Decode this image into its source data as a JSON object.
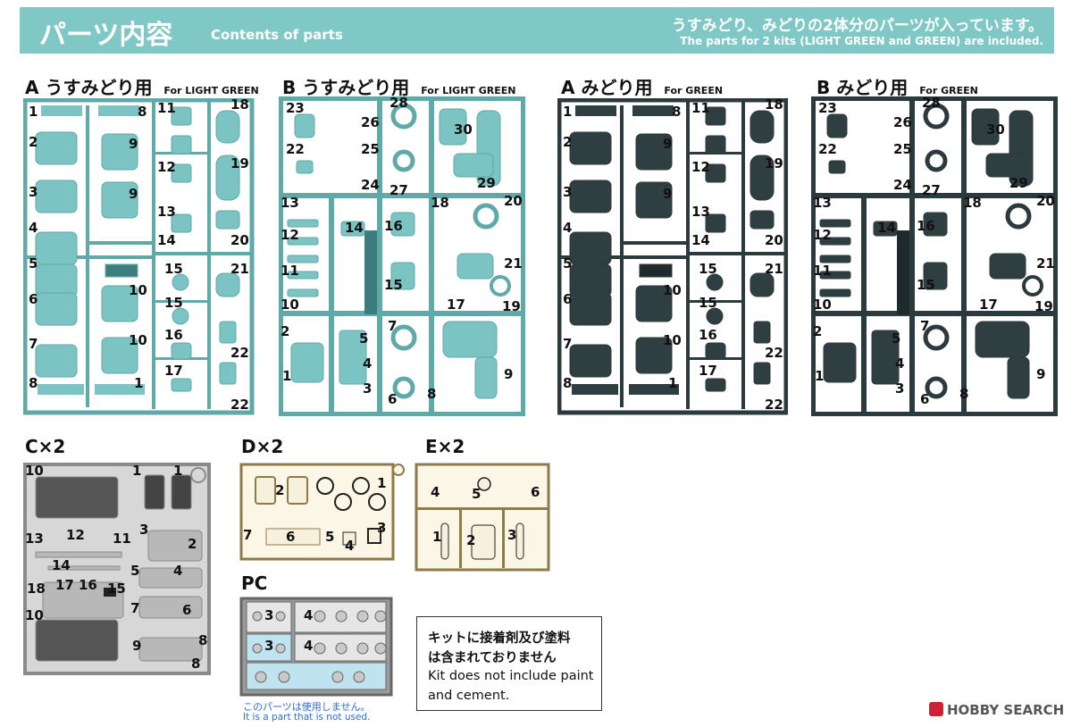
{
  "header": {
    "title_jp": "パーツ内容",
    "title_en": "Contents of parts",
    "note_jp": "うすみどり、みどりの2体分のパーツが入っています。",
    "note_en": "The parts for 2 kits (LIGHT GREEN and GREEN) are included."
  },
  "runners": {
    "a_light": {
      "letter": "A",
      "name": "うすみどり用",
      "sub": "For LIGHT GREEN"
    },
    "b_light": {
      "letter": "B",
      "name": "うすみどり用",
      "sub": "For LIGHT GREEN"
    },
    "a_green": {
      "letter": "A",
      "name": "みどり用",
      "sub": "For GREEN"
    },
    "b_green": {
      "letter": "B",
      "name": "みどり用",
      "sub": "For GREEN"
    },
    "c": {
      "label": "C×2"
    },
    "d": {
      "label": "D×2"
    },
    "e": {
      "label": "E×2"
    },
    "pc": {
      "label": "PC"
    }
  },
  "numbers": {
    "a": [
      "1",
      "8",
      "2",
      "9",
      "3",
      "9",
      "4",
      "5",
      "10",
      "6",
      "7",
      "10",
      "8",
      "1",
      "11",
      "12",
      "13",
      "14",
      "15",
      "15",
      "16",
      "17",
      "18",
      "19",
      "20",
      "21",
      "22",
      "22"
    ],
    "b": [
      "23",
      "26",
      "22",
      "25",
      "24",
      "28",
      "27",
      "30",
      "29",
      "13",
      "14",
      "12",
      "11",
      "10",
      "16",
      "15",
      "18",
      "20",
      "21",
      "17",
      "19",
      "2",
      "5",
      "4",
      "1",
      "3",
      "7",
      "6",
      "8",
      "9"
    ],
    "c": [
      "10",
      "1",
      "1",
      "13",
      "12",
      "11",
      "3",
      "2",
      "14",
      "5",
      "4",
      "18",
      "17",
      "16",
      "15",
      "7",
      "6",
      "10",
      "9",
      "8",
      "8"
    ],
    "d": [
      "2",
      "1",
      "7",
      "6",
      "5",
      "4",
      "3"
    ],
    "e": [
      "4",
      "5",
      "6",
      "1",
      "2",
      "3"
    ],
    "pc": [
      "3",
      "3",
      "4",
      "4"
    ]
  },
  "note": {
    "line1": "キットに接着剤及び塗料",
    "line2": "は含まれておりません",
    "line3": "Kit does not include paint",
    "line4": "and cement."
  },
  "unused": {
    "jp": "このパーツは使用しません。",
    "en": "It is a part that is not used."
  },
  "logo": {
    "text": "HOBBY SEARCH"
  },
  "colors": {
    "header": "#7fc8c6",
    "light_green": "#8fd0cf",
    "green": "#3c4f52",
    "gray": "#bdbdbd",
    "clear": "#f0ead8",
    "pc_blue": "#bfe4ef"
  }
}
